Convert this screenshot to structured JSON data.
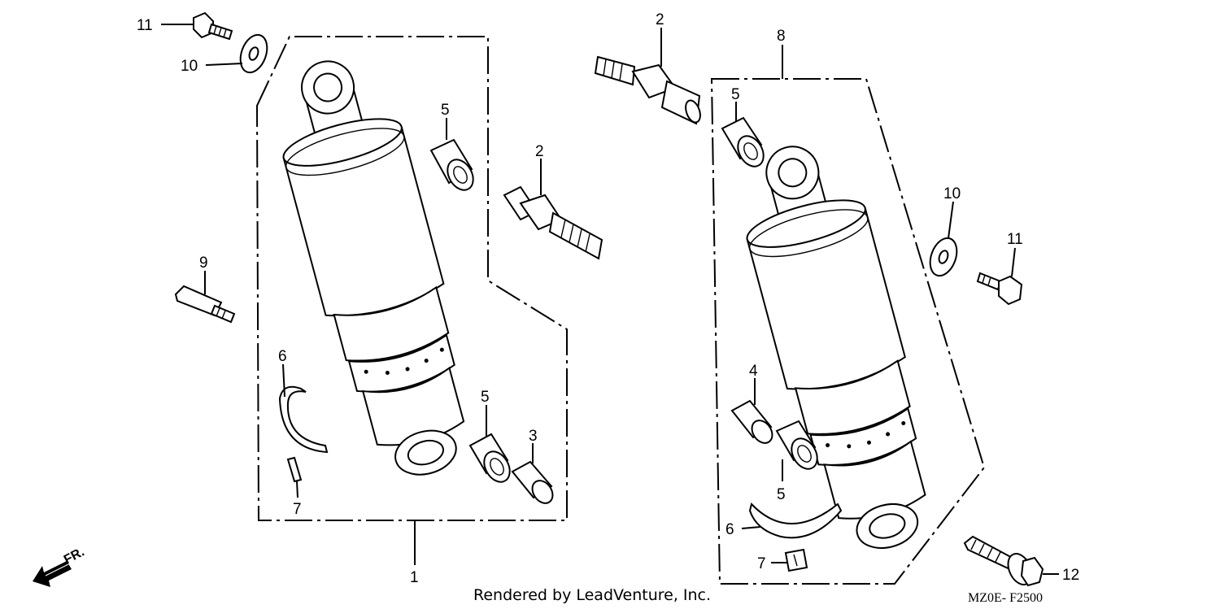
{
  "callouts": {
    "left_assembly": "1",
    "stud_left": "2",
    "stud_right": "2",
    "collar_left": "3",
    "collar_right": "4",
    "bushing_left_top": "5",
    "bushing_left_bottom": "5",
    "bushing_right_top": "5",
    "bushing_right_bottom": "5",
    "band_left": "6",
    "band_right": "6",
    "tag_left": "7",
    "tag_right": "7",
    "right_assembly": "8",
    "pin": "9",
    "washer_left": "10",
    "washer_right": "10",
    "bolt_left": "11",
    "bolt_right": "11",
    "flange_bolt": "12"
  },
  "front_indicator": "FR.",
  "credit": "Rendered by LeadVenture, Inc.",
  "diagram_code": "MZ0E- F2500"
}
